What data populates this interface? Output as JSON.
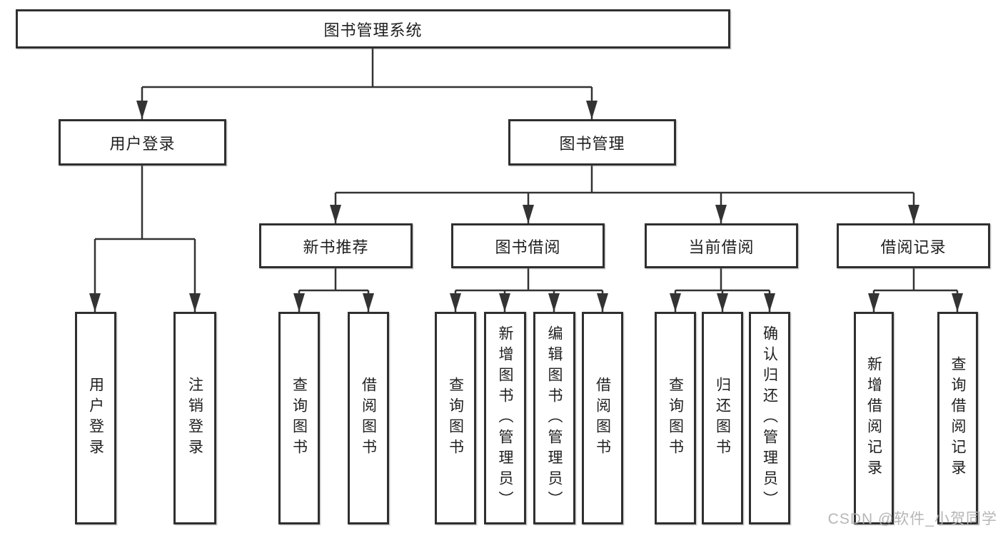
{
  "diagram": {
    "root": "图书管理系统",
    "user_login": {
      "label": "用户登录",
      "children": [
        "用户登录",
        "注销登录"
      ]
    },
    "book_mgmt": {
      "label": "图书管理",
      "groups": [
        {
          "label": "新书推荐",
          "children": [
            "查询图书",
            "借阅图书"
          ]
        },
        {
          "label": "图书借阅",
          "children": [
            "查询图书",
            "新增图书（管理员）",
            "编辑图书（管理员）",
            "借阅图书"
          ]
        },
        {
          "label": "当前借阅",
          "children": [
            "查询图书",
            "归还图书",
            "确认归还（管理员）"
          ]
        },
        {
          "label": "借阅记录",
          "children": [
            "新增借阅记录",
            "查询借阅记录"
          ]
        }
      ]
    },
    "colors": {
      "line": "#333333",
      "box_border": "#2f2f2f",
      "text": "#1f1f1f",
      "watermark": "#b2b2b2"
    }
  },
  "watermark": "CSDN @软件_小贺同学"
}
